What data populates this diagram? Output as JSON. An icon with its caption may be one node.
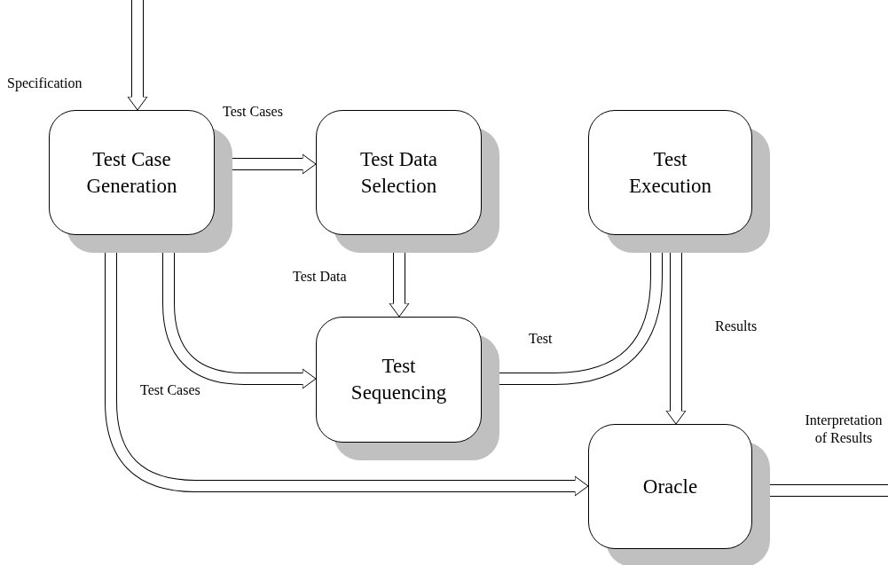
{
  "diagram": {
    "nodes": [
      {
        "text": [
          "Test Case Generation"
        ]
      },
      {
        "text": [
          "Test Data Selection"
        ]
      },
      {
        "text": [
          "Test Execution"
        ]
      },
      {
        "text": [
          "Test Sequencing"
        ]
      },
      {
        "text": [
          "Oracle"
        ]
      }
    ],
    "edges": [
      {
        "from": null,
        "to": 0,
        "arrow": "to",
        "label": "Specification"
      },
      {
        "from": 0,
        "to": 1,
        "arrow": "to",
        "label": "Test Cases"
      },
      {
        "from": 1,
        "to": 3,
        "arrow": "to",
        "label": "Test Data"
      },
      {
        "from": 0,
        "to": 3,
        "arrow": "to",
        "label": "Test Cases"
      },
      {
        "from": 0,
        "to": 4,
        "arrow": "to"
      },
      {
        "from": 3,
        "to": 2,
        "arrow": "to",
        "label": "Test"
      },
      {
        "from": 2,
        "to": 4,
        "arrow": "to",
        "label": "Results"
      },
      {
        "from": 4,
        "to": null,
        "arrow": "none",
        "label": "Interpretation of Results"
      }
    ]
  }
}
